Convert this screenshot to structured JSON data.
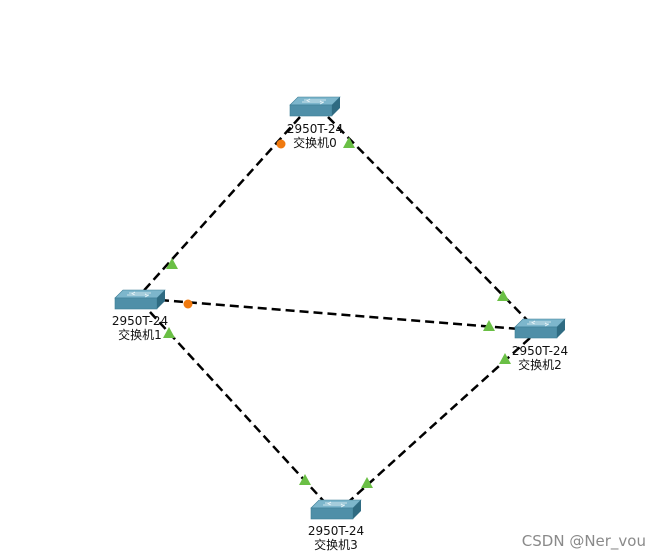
{
  "devices": [
    {
      "id": "sw0",
      "model": "2950T-24",
      "name": "交换机0"
    },
    {
      "id": "sw1",
      "model": "2950T-24",
      "name": "交换机1"
    },
    {
      "id": "sw2",
      "model": "2950T-24",
      "name": "交换机2"
    },
    {
      "id": "sw3",
      "model": "2950T-24",
      "name": "交换机3"
    }
  ],
  "links": [
    {
      "from": "sw0",
      "to": "sw1",
      "from_port_state": "blocking",
      "to_port_state": "forwarding"
    },
    {
      "from": "sw0",
      "to": "sw2",
      "from_port_state": "forwarding",
      "to_port_state": "forwarding"
    },
    {
      "from": "sw1",
      "to": "sw2",
      "from_port_state": "blocking",
      "to_port_state": "forwarding"
    },
    {
      "from": "sw1",
      "to": "sw3",
      "from_port_state": "forwarding",
      "to_port_state": "forwarding"
    },
    {
      "from": "sw2",
      "to": "sw3",
      "from_port_state": "forwarding",
      "to_port_state": "forwarding"
    }
  ],
  "colors": {
    "forwarding": "#6abf45",
    "blocking": "#f07a10",
    "link": "#000000",
    "switch_top": "#7db6cc",
    "switch_front": "#4f8fa8",
    "switch_side": "#2f6b82"
  },
  "watermark": "CSDN @Ner_vou"
}
